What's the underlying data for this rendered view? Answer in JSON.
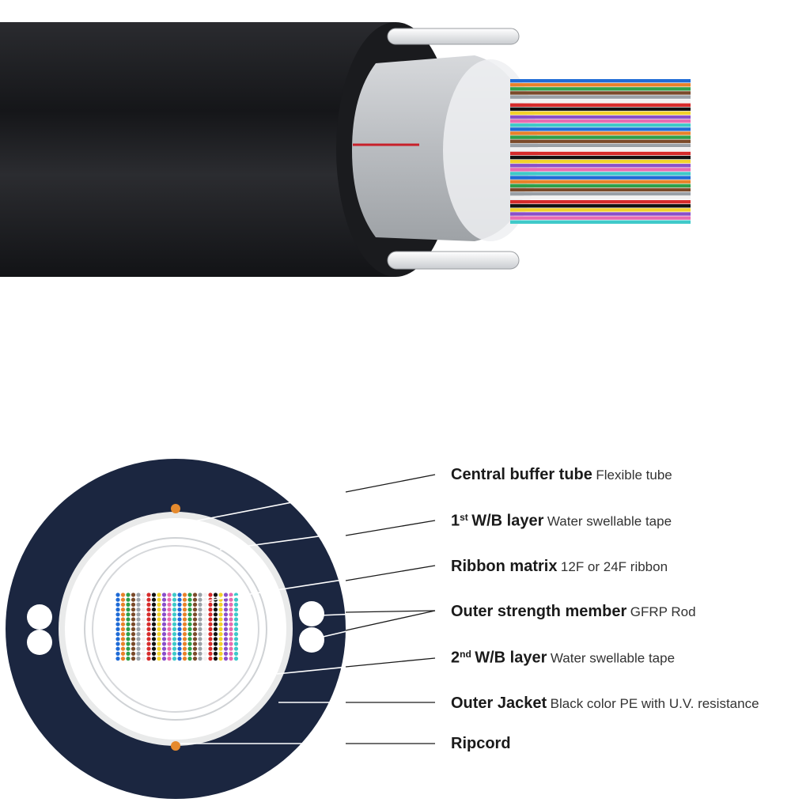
{
  "colors": {
    "jacket": "#1b2640",
    "cable_black": "#1e1f22",
    "tape": "#e9eaea",
    "ripcord": "#e58a2e",
    "leader": "#ffffff"
  },
  "labels": [
    {
      "id": "central-buffer-tube",
      "name": "Central buffer tube",
      "sup": "",
      "name_rest": "",
      "desc": "Flexible tube"
    },
    {
      "id": "first-wb-layer",
      "name": "1",
      "sup": "st",
      "name_rest": "W/B layer",
      "desc": "Water swellable tape"
    },
    {
      "id": "ribbon-matrix",
      "name": "Ribbon matrix",
      "sup": "",
      "name_rest": "",
      "desc": "12F or 24F ribbon"
    },
    {
      "id": "outer-strength-member",
      "name": "Outer strength member",
      "sup": "",
      "name_rest": "",
      "desc": "GFRP Rod"
    },
    {
      "id": "second-wb-layer",
      "name": "2",
      "sup": "nd",
      "name_rest": "W/B layer",
      "desc": "Water swellable tape"
    },
    {
      "id": "outer-jacket",
      "name": "Outer Jacket",
      "sup": "",
      "name_rest": "",
      "desc": "Black color PE with U.V. resistance"
    },
    {
      "id": "ripcord",
      "name": "Ripcord",
      "sup": "",
      "name_rest": "",
      "desc": ""
    }
  ],
  "fiber_colors": [
    "#1f6bd6",
    "#e8812a",
    "#2fa04a",
    "#7a4a2a",
    "#9aa0a6",
    "#f2f2f2",
    "#d62b2b",
    "#111111",
    "#f2d22b",
    "#8a4fc9",
    "#e86bb0",
    "#3ec9c9"
  ]
}
